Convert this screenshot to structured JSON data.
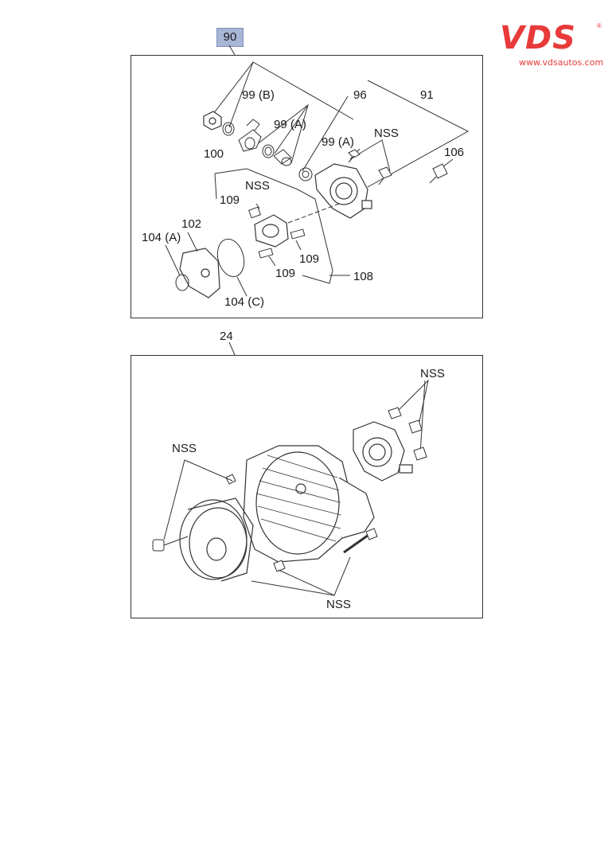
{
  "logo": {
    "text": "VDS",
    "registered": "®",
    "url": "www.vdsautos.com"
  },
  "top_diagram": {
    "ref_box": "90",
    "labels": {
      "l99b": "99 (B)",
      "l99a_1": "99 (A)",
      "l96": "96",
      "l91": "91",
      "l100": "100",
      "l99a_2": "99 (A)",
      "lnss_1": "NSS",
      "l106": "106",
      "lnss_2": "NSS",
      "l109_1": "109",
      "l102": "102",
      "l104a": "104 (A)",
      "l109_2": "109",
      "l109_3": "109",
      "l108": "108",
      "l104c": "104 (C)"
    }
  },
  "bottom_diagram": {
    "group_number": "24",
    "labels": {
      "lnss_a": "NSS",
      "lnss_b": "NSS",
      "lnss_c": "NSS"
    }
  }
}
